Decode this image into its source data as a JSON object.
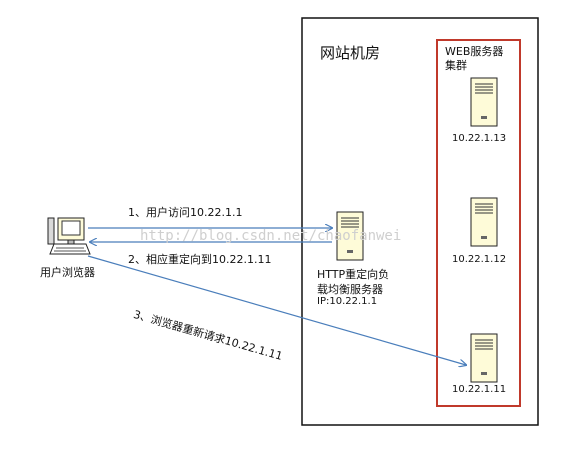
{
  "datacenter": {
    "title": "网站机房"
  },
  "web_cluster": {
    "title_line1": "WEB服务器",
    "title_line2": "集群"
  },
  "servers": [
    {
      "ip": "10.22.1.13"
    },
    {
      "ip": "10.22.1.12"
    },
    {
      "ip": "10.22.1.11"
    }
  ],
  "redirect_server": {
    "line1": "HTTP重定向负",
    "line2": "载均衡服务器",
    "ip": "IP:10.22.1.1"
  },
  "client": {
    "label": "用户浏览器"
  },
  "arrows": {
    "step1": "1、用户访问10.22.1.1",
    "step2": "2、相应重定向到10.22.1.11",
    "step3": "3、浏览器重新请求10.22.1.11"
  },
  "watermark": "http://blog.csdn.net/chaofanwei",
  "colors": {
    "frame": "#111111",
    "cluster_border": "#c0392b",
    "arrow": "#4a7ebb",
    "server_body": "#fefbd8"
  }
}
